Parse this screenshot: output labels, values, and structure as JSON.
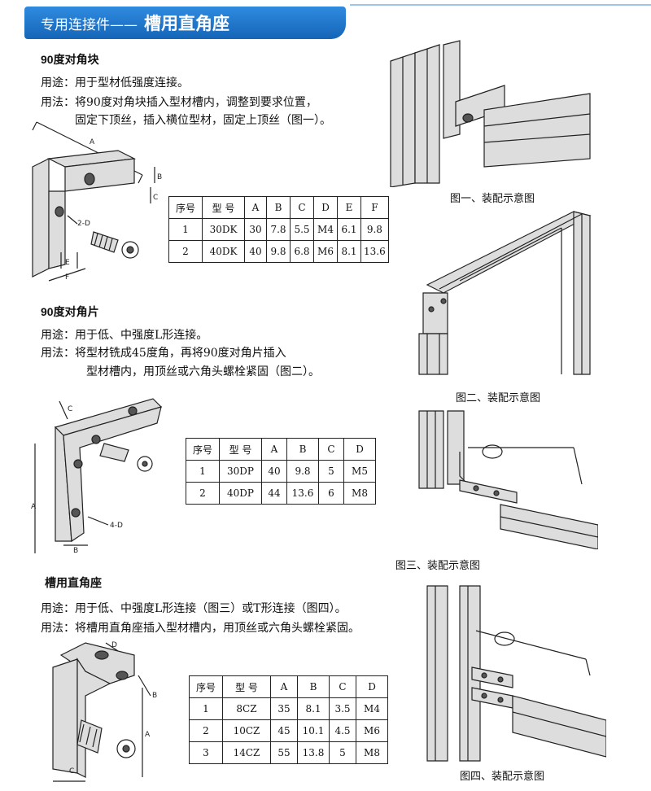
{
  "header": {
    "subtitle": "专用连接件——",
    "title": "槽用直角座"
  },
  "sections": [
    {
      "title": "90度对角块",
      "usage": "用途：用于型材低强度连接。",
      "method_l1": "用法：将90度对角块插入型材槽内，调整到要求位置，",
      "method_l2": "固定下顶丝，插入横位型材，固定上顶丝（图一）。",
      "labels": {
        "a": "A",
        "b": "B",
        "c": "C",
        "d": "2-D",
        "e": "E",
        "f": "F"
      },
      "table": {
        "headers": [
          "序号",
          "型 号",
          "A",
          "B",
          "C",
          "D",
          "E",
          "F"
        ],
        "rows": [
          [
            "1",
            "30DK",
            "30",
            "7.8",
            "5.5",
            "M4",
            "6.1",
            "9.8"
          ],
          [
            "2",
            "40DK",
            "40",
            "9.8",
            "6.8",
            "M6",
            "8.1",
            "13.6"
          ]
        ]
      }
    },
    {
      "title": "90度对角片",
      "usage": "用途：用于低、中强度L形连接。",
      "method_l1": "用法：将型材铣成45度角，再将90度对角片插入",
      "method_l2": "型材槽内，用顶丝或六角头螺栓紧固（图二）。",
      "labels": {
        "a": "A",
        "b": "B",
        "c": "C",
        "d": "4-D"
      },
      "table": {
        "headers": [
          "序号",
          "型 号",
          "A",
          "B",
          "C",
          "D"
        ],
        "rows": [
          [
            "1",
            "30DP",
            "40",
            "9.8",
            "5",
            "M5"
          ],
          [
            "2",
            "40DP",
            "44",
            "13.6",
            "6",
            "M8"
          ]
        ]
      }
    },
    {
      "title": "槽用直角座",
      "usage": "用途：用于低、中强度L形连接（图三）或T形连接（图四）。",
      "method_l1": "用法：将槽用直角座插入型材槽内，用顶丝或六角头螺栓紧固。",
      "labels": {
        "a": "A",
        "b": "B",
        "c": "C",
        "d": "D"
      },
      "table": {
        "headers": [
          "序号",
          "型 号",
          "A",
          "B",
          "C",
          "D"
        ],
        "rows": [
          [
            "1",
            "8CZ",
            "35",
            "8.1",
            "3.5",
            "M4"
          ],
          [
            "2",
            "10CZ",
            "45",
            "10.1",
            "4.5",
            "M6"
          ],
          [
            "3",
            "14CZ",
            "55",
            "13.8",
            "5",
            "M8"
          ]
        ]
      }
    }
  ],
  "figures": [
    "图一、装配示意图",
    "图二、装配示意图",
    "图三、装配示意图",
    "图四、装配示意图"
  ]
}
